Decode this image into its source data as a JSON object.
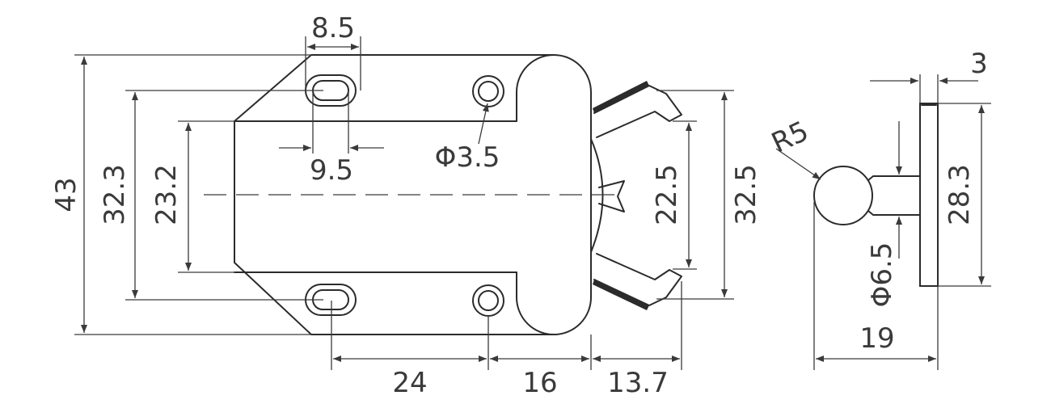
{
  "dimensions": {
    "slot_width_top": "8.5",
    "slot_length": "9.5",
    "hole_diameter": "Φ3.5",
    "overall_height": "43",
    "slot_spacing": "32.3",
    "body_height": "23.2",
    "jaw_inner": "22.5",
    "jaw_outer": "32.5",
    "hole_spacing_x": "24",
    "hole_to_end": "16",
    "jaw_length": "13.7",
    "ball_radius": "R5",
    "plate_thickness": "3",
    "plate_height": "28.3",
    "neck_diameter": "Φ6.5",
    "side_width": "19"
  },
  "colors": {
    "line": "#2b2b2b",
    "text": "#3a3a3a",
    "background": "#ffffff"
  }
}
